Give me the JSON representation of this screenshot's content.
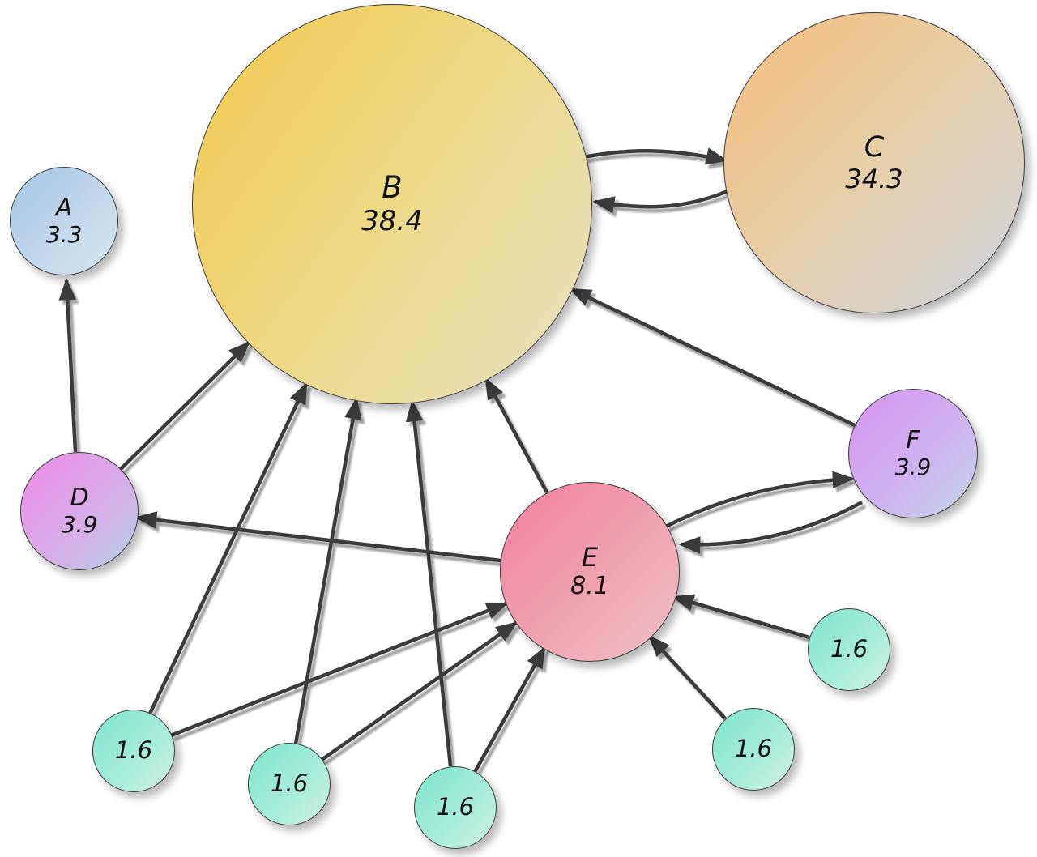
{
  "diagram": {
    "type": "directed-graph",
    "description_visible_text_only": true,
    "nodes": [
      {
        "id": "A",
        "label": "A",
        "value": "3.3",
        "fill": "#a3c6e8"
      },
      {
        "id": "B",
        "label": "B",
        "value": "38.4",
        "fill": "#f1c94f"
      },
      {
        "id": "C",
        "label": "C",
        "value": "34.3",
        "fill": "#f5bd7d"
      },
      {
        "id": "D",
        "label": "D",
        "value": "3.9",
        "fill": "#ec8ce6"
      },
      {
        "id": "E",
        "label": "E",
        "value": "8.1",
        "fill": "#f27e9e"
      },
      {
        "id": "F",
        "label": "F",
        "value": "3.9",
        "fill": "#d995ef"
      },
      {
        "id": "G1",
        "label": "",
        "value": "1.6",
        "fill": "#7fe5cd"
      },
      {
        "id": "G2",
        "label": "",
        "value": "1.6",
        "fill": "#7fe5cd"
      },
      {
        "id": "G3",
        "label": "",
        "value": "1.6",
        "fill": "#7fe5cd"
      },
      {
        "id": "G4",
        "label": "",
        "value": "1.6",
        "fill": "#7fe5cd"
      },
      {
        "id": "G5",
        "label": "",
        "value": "1.6",
        "fill": "#7fe5cd"
      }
    ],
    "edges": [
      {
        "from": "B",
        "to": "C"
      },
      {
        "from": "C",
        "to": "B"
      },
      {
        "from": "D",
        "to": "A"
      },
      {
        "from": "D",
        "to": "B"
      },
      {
        "from": "E",
        "to": "B"
      },
      {
        "from": "E",
        "to": "D"
      },
      {
        "from": "E",
        "to": "F"
      },
      {
        "from": "F",
        "to": "E"
      },
      {
        "from": "F",
        "to": "B"
      },
      {
        "from": "G1",
        "to": "B"
      },
      {
        "from": "G2",
        "to": "B"
      },
      {
        "from": "G3",
        "to": "B"
      },
      {
        "from": "G1",
        "to": "E"
      },
      {
        "from": "G2",
        "to": "E"
      },
      {
        "from": "G3",
        "to": "E"
      },
      {
        "from": "G4",
        "to": "E"
      },
      {
        "from": "G5",
        "to": "E"
      }
    ],
    "colors": {
      "background": "#ffffff",
      "edge": "#3a3a3a",
      "node_border": "#3c3c3c",
      "text": "#101010"
    }
  }
}
